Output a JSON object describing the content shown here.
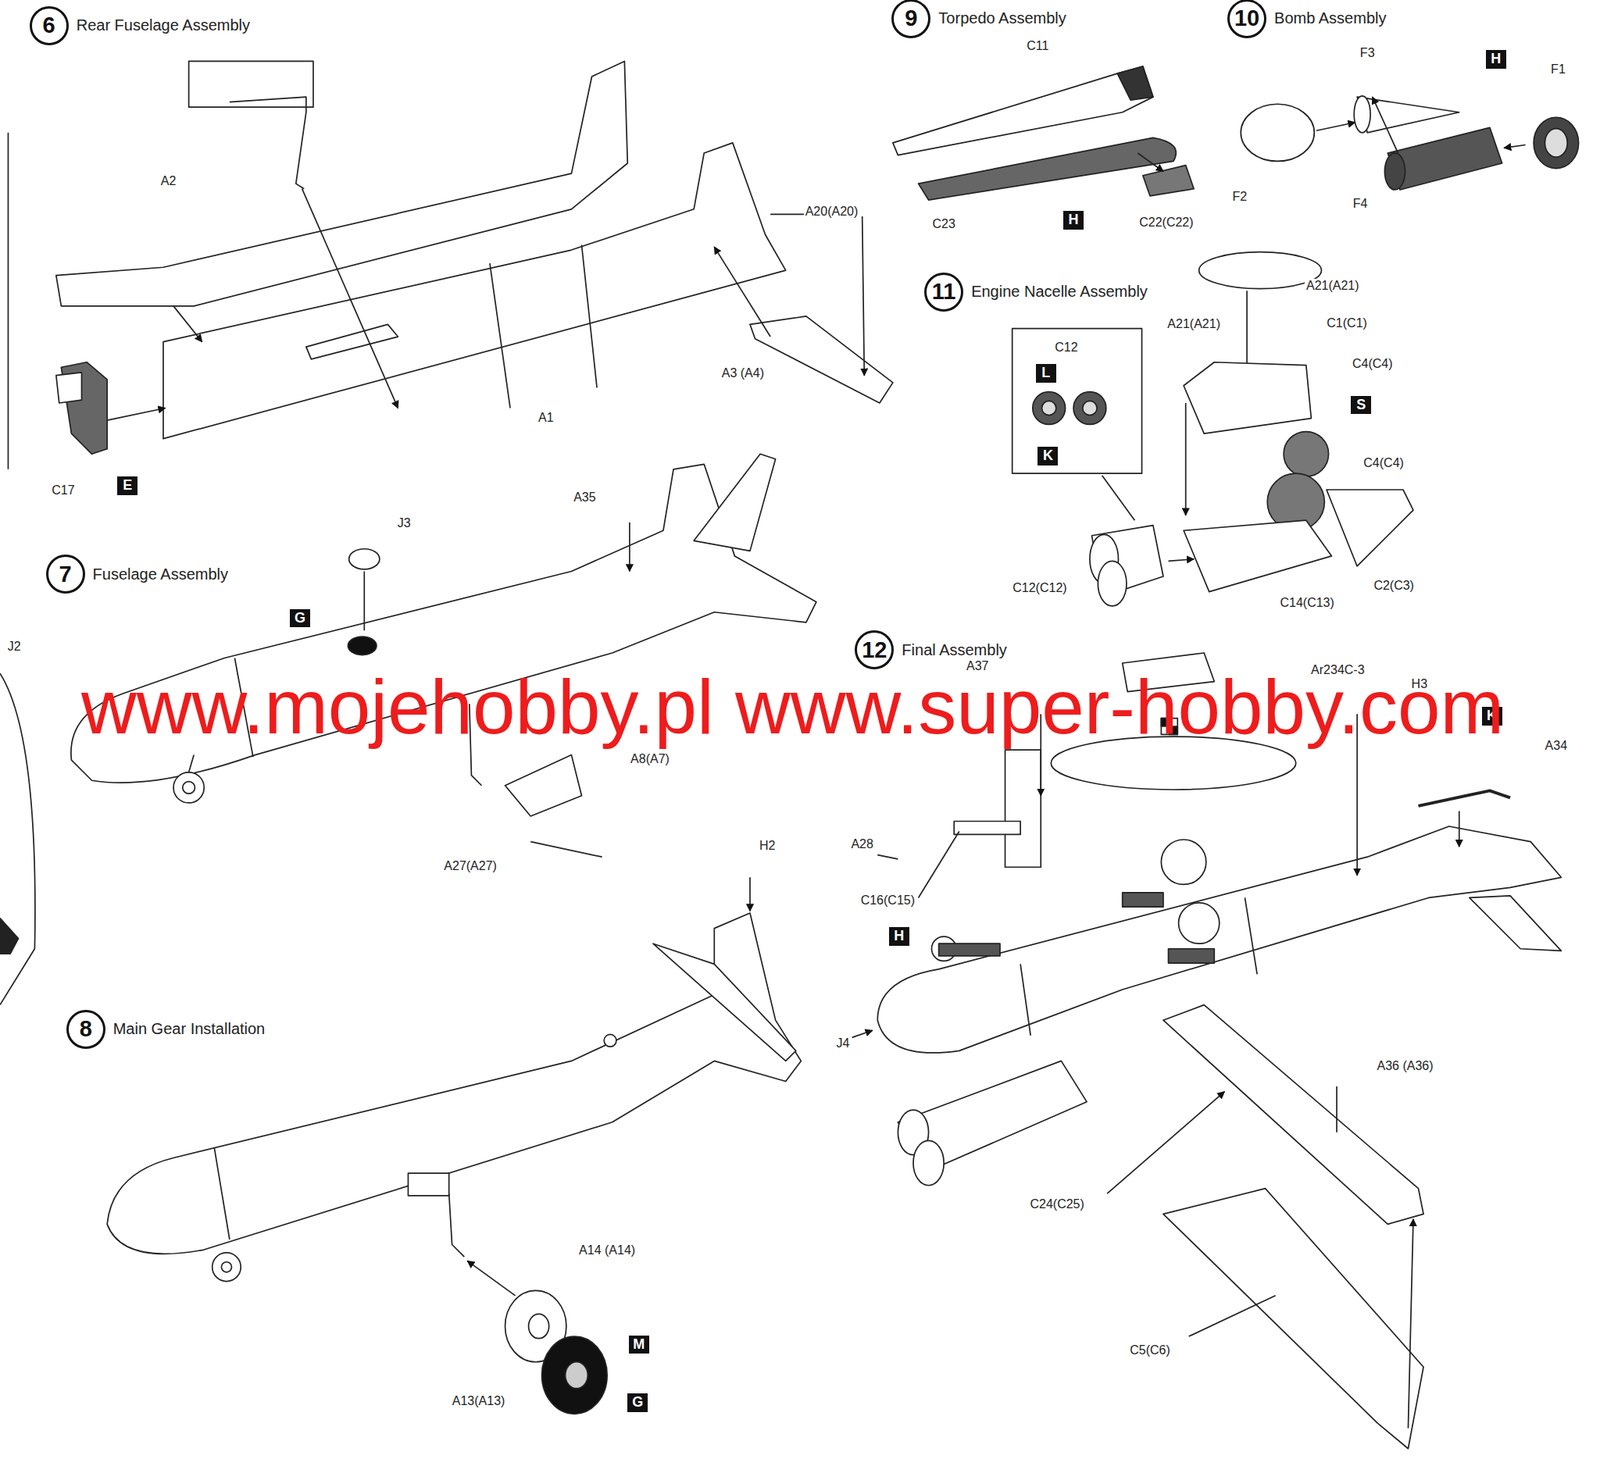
{
  "diagram": {
    "nodes": [
      {
        "text": [
          "6",
          "Rear Fuselage Assembly"
        ]
      },
      {
        "text": [
          "E"
        ]
      },
      {
        "text": [
          "9",
          "Torpedo Assembly"
        ]
      },
      {
        "text": [
          "H"
        ]
      },
      {
        "text": [
          "10",
          "Bomb Assembly"
        ]
      },
      {
        "text": [
          "H"
        ]
      },
      {
        "text": [
          "11",
          "Engine Nacelle Assembly"
        ]
      },
      {
        "text": [
          "L"
        ]
      },
      {
        "text": [
          "S"
        ]
      },
      {
        "text": [
          "K"
        ]
      },
      {
        "text": [
          "7",
          "Fuselage Assembly"
        ]
      },
      {
        "text": [
          "G"
        ]
      },
      {
        "text": [
          "12",
          "Final Assembly"
        ]
      },
      {
        "text": [
          "K"
        ]
      },
      {
        "text": [
          "H"
        ]
      },
      {
        "text": [
          "8",
          "Main Gear Installation"
        ]
      },
      {
        "text": [
          "M"
        ]
      },
      {
        "text": [
          "G"
        ]
      }
    ],
    "labels": [
      "A2",
      "A20(A20)",
      "A3 (A4)",
      "A1",
      "C17",
      "C11",
      "C23",
      "C22(C22)",
      "F3",
      "F1",
      "F2",
      "F4",
      "A21(A21)",
      "A21(A21)",
      "C1(C1)",
      "C12",
      "C4(C4)",
      "C4(C4)",
      "C12(C12)",
      "C14(C13)",
      "C2(C3)",
      "J2",
      "J3",
      "A35",
      "A8(A7)",
      "A27(A27)",
      "www.mojehobby.pl www.super-hobby.com",
      "Ar234C-3",
      "H3",
      "A34",
      "A37",
      "A28",
      "C16(C15)",
      "J4",
      "H2",
      "A36 (A36)",
      "C24(C25)",
      "C5(C6)",
      "A14 (A14)",
      "A13(A13)"
    ]
  }
}
